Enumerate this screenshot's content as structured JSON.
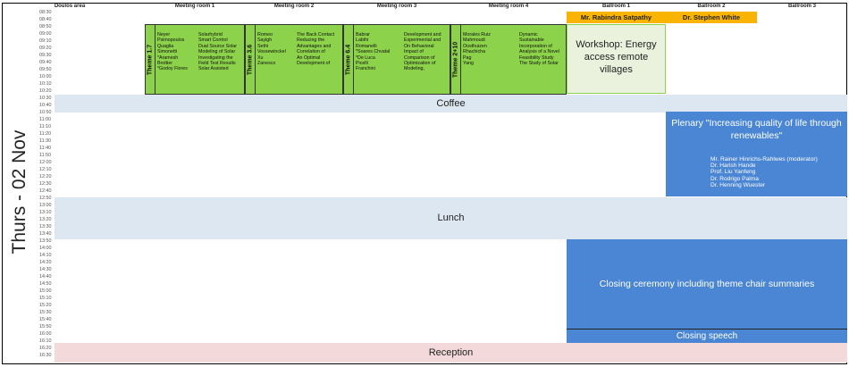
{
  "columns": [
    "Doulos area",
    "Meeting room 1",
    "Meeting room 2",
    "Meeting room 3",
    "Meeting room 4",
    "Ballroom 1",
    "Ballroom 2",
    "Ballroom 3"
  ],
  "day_label": "Thurs - 02 Nov",
  "times": [
    "08:30",
    "08:40",
    "08:50",
    "09:00",
    "09:10",
    "09:20",
    "09:30",
    "09:40",
    "09:50",
    "10:00",
    "10:10",
    "10:20",
    "10:30",
    "10:40",
    "10:50",
    "11:00",
    "11:10",
    "11:20",
    "11:30",
    "11:40",
    "11:50",
    "12:00",
    "12:10",
    "12:20",
    "12:30",
    "12:40",
    "12:50",
    "13:00",
    "13:10",
    "13:20",
    "13:30",
    "13:40",
    "13:50",
    "14:00",
    "14:10",
    "14:20",
    "14:30",
    "14:40",
    "14:50",
    "15:00",
    "15:10",
    "15:20",
    "15:30",
    "15:40",
    "15:50",
    "16:00",
    "16:10",
    "16:20",
    "16:30"
  ],
  "chairs": {
    "ballroom1": "Mr. Rabindra Satpathy",
    "ballroom2": "Dr. Stephen White"
  },
  "themes": [
    {
      "label": "Theme 1.7",
      "names": [
        "Neyer",
        "Psimopoulos",
        "Quaglia",
        "Simonetti",
        "*Aramesh",
        "Brottier",
        "*Godoy Flores"
      ],
      "titles": [
        "Solarhybrid",
        "Smart Control",
        "Dual Source Solar",
        "Modeling of Solar",
        "Investigating the",
        "Field Test Results",
        "Solar Assisted"
      ]
    },
    {
      "label": "Theme 3.6",
      "names": [
        "Romeo",
        "Sayigh",
        "Sethi",
        "Vossewinckel",
        "Xu",
        "Zanesco"
      ],
      "titles": [
        "The Back Contact",
        "Reducing the",
        "Advantages and",
        "Correlation of",
        "An Optimal",
        "Development of"
      ]
    },
    {
      "label": "Theme 6.4",
      "names": [
        "Babrar",
        "Labihi",
        "Romanelli",
        "*Soares Chvatal",
        "*De Luca",
        "Picelli",
        "Franchini"
      ],
      "titles": [
        "Development and",
        "Experimental and",
        "On Behavioral",
        "Impact of",
        "Comparison of",
        "Optimization of",
        "Modeling,"
      ]
    },
    {
      "label": "Theme 2+10",
      "names": [
        "Morales Ruiz",
        "Mahmoudi",
        "Oosthuizen",
        "Rhachicha",
        "Pag",
        "Yang"
      ],
      "titles": [
        "Dynamic",
        "Sustainable",
        "Incorporation of",
        "Analysis of a Novel",
        "Feasibility Study",
        "The Study of Solar"
      ]
    }
  ],
  "workshop": "Workshop: Energy access remote villages",
  "coffee": "Coffee",
  "plenary": {
    "title": "Plenary \"Increasing quality of life through renewables\"",
    "speakers": [
      "Mr. Rainer Hinrichs-Rahlwes (moderator)",
      "Dr. Harish Hande",
      "Prof. Liu Yanfeng",
      "Dr. Rodrigo Palma",
      "Dr. Henning Wuester"
    ]
  },
  "lunch": "Lunch",
  "closing": "Closing ceremony including theme chair summaries",
  "closing_speech": "Closing speech",
  "reception": "Reception",
  "colors": {
    "theme_green": "#8cd24a",
    "workshop_bg": "#eaf2dd",
    "band_blue": "#dde7f1",
    "session_blue": "#4a86d4",
    "chair_orange": "#f8b400",
    "reception_pink": "#f3d9d9"
  }
}
